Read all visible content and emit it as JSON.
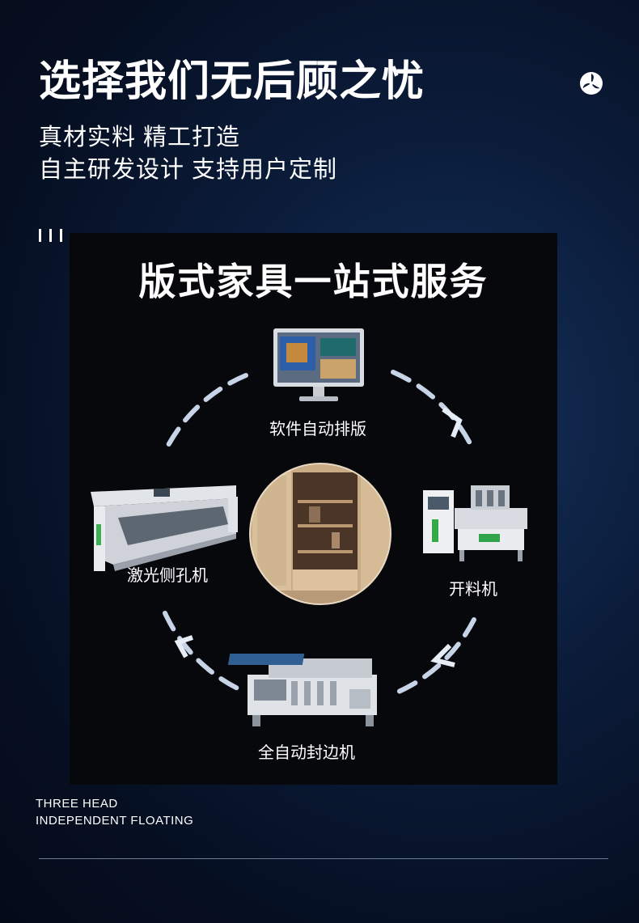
{
  "header": {
    "title": "选择我们无后顾之忧",
    "lines": [
      "真材实料  精工打造",
      "自主研发设计  支持用户定制"
    ]
  },
  "panel": {
    "title": "版式家具一站式服务",
    "steps": [
      "软件自动排版",
      "开料机",
      "全自动封边机",
      "激光侧孔机"
    ]
  },
  "footer": {
    "lines": [
      "THREE HEAD",
      "INDEPENDENT FLOATING"
    ]
  },
  "colors": {
    "accent": "#ffffff",
    "background": "#0b1c3a",
    "panel": "#07080b",
    "arrow": "#c7d3e6"
  }
}
